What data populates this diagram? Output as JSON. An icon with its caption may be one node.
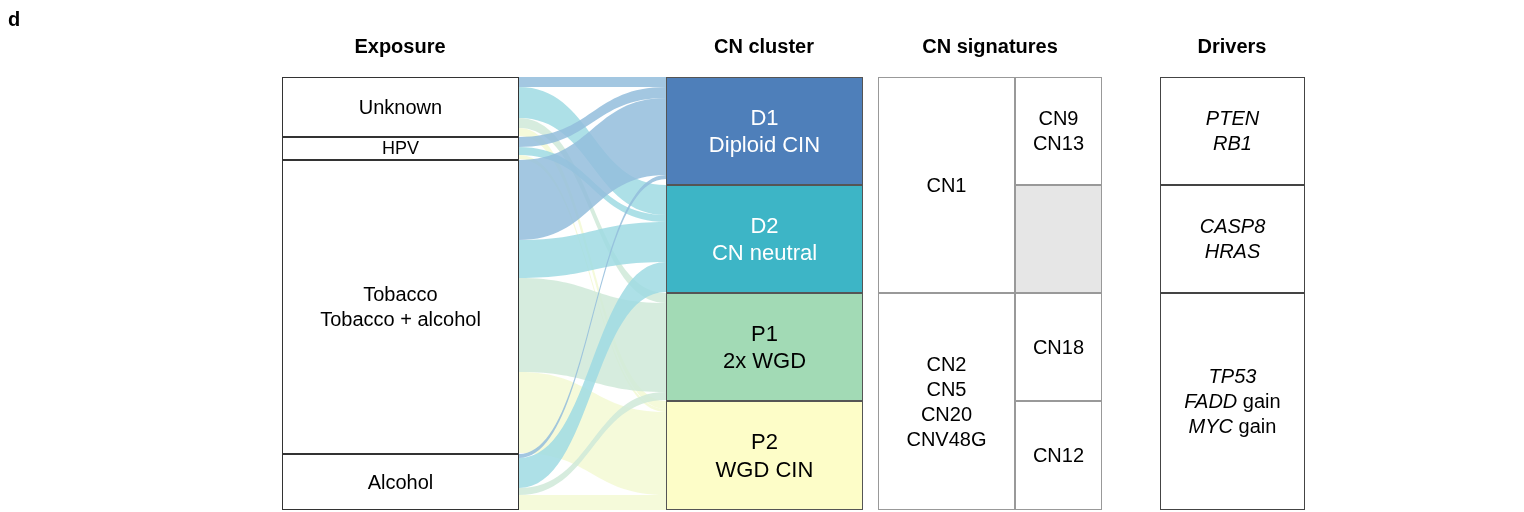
{
  "diagram": {
    "nodes": [
      {
        "text": [
          "Unknown"
        ]
      },
      {
        "text": [
          "HPV"
        ]
      },
      {
        "text": [
          "Tobacco",
          "Tobacco + alcohol"
        ]
      },
      {
        "text": [
          "Alcohol"
        ]
      },
      {
        "text": [
          "D1",
          "Diploid CIN"
        ]
      },
      {
        "text": [
          "D2",
          "CN neutral"
        ]
      },
      {
        "text": [
          "P1",
          "2x WGD"
        ]
      },
      {
        "text": [
          "P2",
          "WGD CIN"
        ]
      },
      {
        "text": [
          "CN1"
        ]
      },
      {
        "text": [
          "CN9",
          "CN13"
        ]
      },
      {
        "text": [],
        "shape": "box"
      },
      {
        "text": [
          "CN2",
          "CN5",
          "CN20",
          "CNV48G"
        ]
      },
      {
        "text": [
          "CN18"
        ]
      },
      {
        "text": [
          "CN12"
        ]
      },
      {
        "text": [
          "*PTEN*",
          "*RB1*"
        ]
      },
      {
        "text": [
          "*CASP8*",
          "*HRAS*"
        ]
      },
      {
        "text": [
          "*TP53*",
          "*FADD* gain",
          "*MYC* gain"
        ]
      }
    ],
    "edges": [
      {
        "from": 0,
        "to": 4,
        "arrow": "none",
        "color": "#93bddc"
      },
      {
        "from": 0,
        "to": 5,
        "arrow": "none",
        "color": "#9fdbe3"
      },
      {
        "from": 0,
        "to": 6,
        "arrow": "none",
        "color": "#cfe9d8"
      },
      {
        "from": 0,
        "to": 7,
        "arrow": "none",
        "color": "#f3f9d3"
      },
      {
        "from": 1,
        "to": 4,
        "arrow": "none",
        "color": "#93bddc"
      },
      {
        "from": 1,
        "to": 5,
        "arrow": "none",
        "color": "#9fdbe3"
      },
      {
        "from": 1,
        "to": 7,
        "arrow": "none",
        "color": "#f3f9d3"
      },
      {
        "from": 2,
        "to": 4,
        "arrow": "none",
        "color": "#93bddc"
      },
      {
        "from": 2,
        "to": 5,
        "arrow": "none",
        "color": "#9fdbe3"
      },
      {
        "from": 2,
        "to": 6,
        "arrow": "none",
        "color": "#cfe9d8"
      },
      {
        "from": 2,
        "to": 7,
        "arrow": "none",
        "color": "#f3f9d3"
      },
      {
        "from": 3,
        "to": 4,
        "arrow": "none",
        "color": "#93bddc"
      },
      {
        "from": 3,
        "to": 5,
        "arrow": "none",
        "color": "#9fdbe3"
      },
      {
        "from": 3,
        "to": 6,
        "arrow": "none",
        "color": "#cfe9d8"
      },
      {
        "from": 3,
        "to": 7,
        "arrow": "none",
        "color": "#f3f9d3"
      }
    ],
    "labels": [
      "d",
      "Exposure",
      "CN cluster",
      "CN signatures",
      "Drivers"
    ]
  }
}
